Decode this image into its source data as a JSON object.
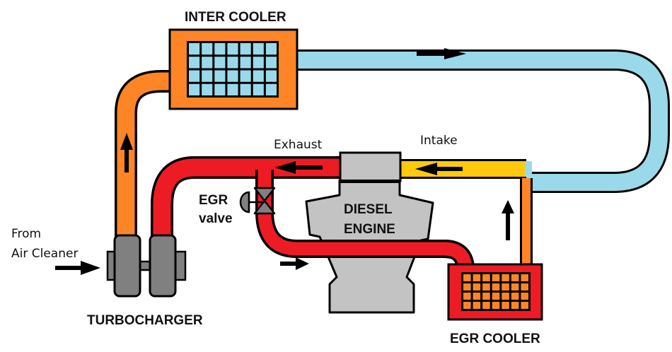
{
  "title": "EGR system diagram",
  "colors": {
    "intake_cold": "#9ad9ea",
    "compressed_hot": "#fd8526",
    "exhaust": "#ed1c24",
    "intake_mixed": "#ffc90e",
    "engine": "#c3c3c3",
    "turbo": "#808080",
    "outline": "#000000"
  },
  "labels": {
    "inter_cooler": "INTER COOLER",
    "turbocharger": "TURBOCHARGER",
    "from_line1": "From",
    "from_line2": "Air Cleaner",
    "exhaust": "Exhaust",
    "intake": "Intake",
    "egr_valve_line1": "EGR",
    "egr_valve_line2": "valve",
    "engine_line1": "DIESEL",
    "engine_line2": "ENGINE",
    "egr_cooler": "EGR COOLER"
  },
  "components": [
    {
      "id": "turbocharger",
      "label": "TURBOCHARGER"
    },
    {
      "id": "inter-cooler",
      "label": "INTER COOLER"
    },
    {
      "id": "diesel-engine",
      "label": "DIESEL ENGINE"
    },
    {
      "id": "egr-valve",
      "label": "EGR valve"
    },
    {
      "id": "egr-cooler",
      "label": "EGR COOLER"
    }
  ],
  "flows": [
    {
      "from": "Air Cleaner",
      "to": "turbocharger",
      "direction": "right"
    },
    {
      "from": "turbocharger",
      "to": "inter-cooler",
      "direction": "up"
    },
    {
      "from": "inter-cooler",
      "to": "intake",
      "direction": "right"
    },
    {
      "from": "intake",
      "to": "diesel-engine",
      "direction": "left"
    },
    {
      "from": "diesel-engine",
      "to": "exhaust",
      "direction": "left"
    },
    {
      "from": "egr-valve",
      "to": "egr-cooler",
      "direction": "right"
    },
    {
      "from": "egr-cooler",
      "to": "intake",
      "direction": "up"
    }
  ]
}
